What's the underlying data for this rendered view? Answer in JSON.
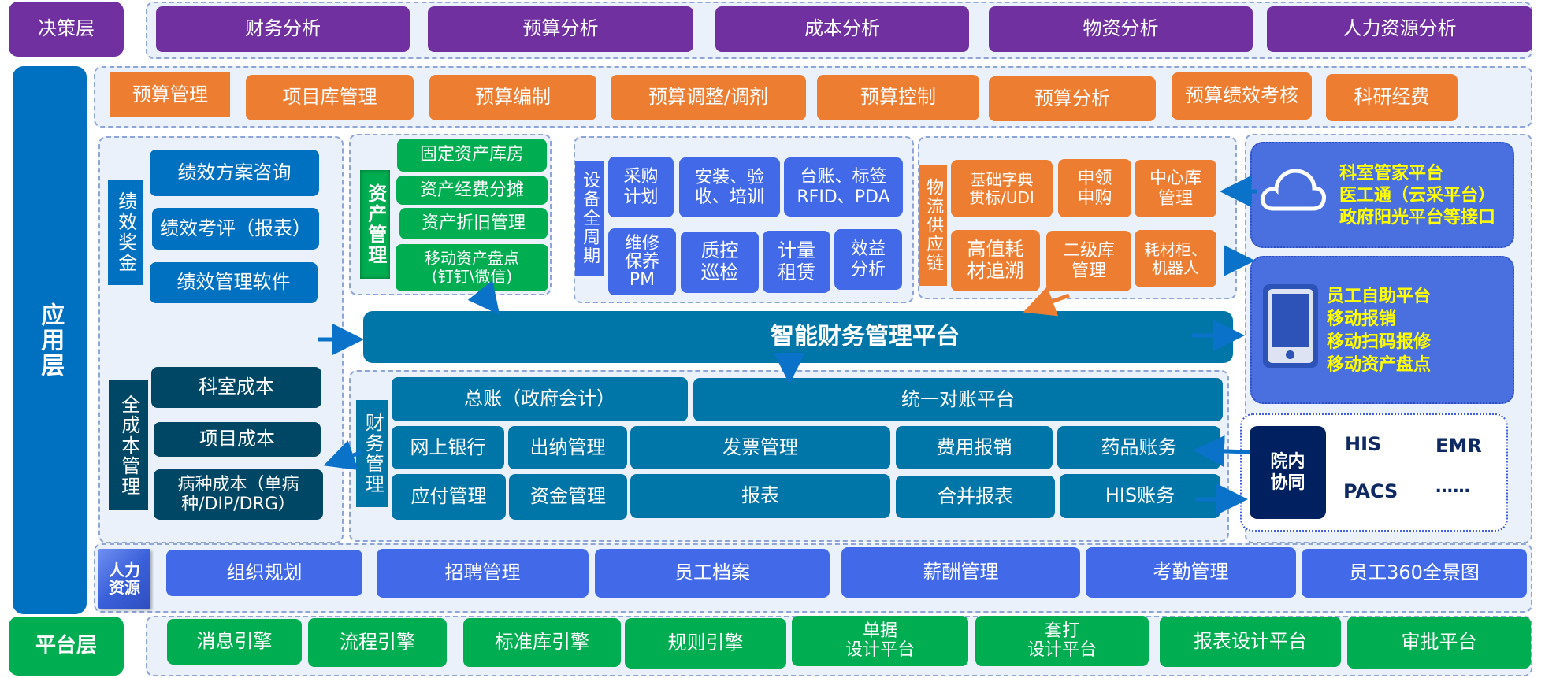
{
  "decision_layer": {
    "label": "决策层",
    "items": [
      "财务分析",
      "预算分析",
      "成本分析",
      "物资分析",
      "人力资源分析"
    ]
  },
  "application_layer": {
    "label": "应用层",
    "budget_row": [
      "预算管理",
      "项目库管理",
      "预算编制",
      "预算调整/调剂",
      "预算控制",
      "预算分析",
      "预算绩效考核",
      "科研经费"
    ],
    "performance": {
      "label": "绩效奖金",
      "items": [
        "绩效方案咨询",
        "绩效考评（报表）",
        "绩效管理软件"
      ]
    },
    "cost": {
      "label": "全成本管理",
      "items": [
        "科室成本",
        "项目成本",
        "病种成本（单病种/DIP/DRG）"
      ]
    },
    "asset": {
      "label": "资产管理",
      "items": [
        "固定资产库房",
        "资产经费分摊",
        "资产折旧管理",
        "移动资产盘点\n（钉钉\\微信）"
      ],
      "last_line1": "移动资产盘点",
      "last_line2": "(钉钉\\微信)"
    },
    "equipment": {
      "label": "设备全周期",
      "items": [
        {
          "l1": "采购",
          "l2": "计划"
        },
        {
          "l1": "安装、验",
          "l2": "收、培训"
        },
        {
          "l1": "台账、标签",
          "l2": "RFID、PDA"
        },
        {
          "l1": "维修",
          "l2": "保养",
          "l3": "PM"
        },
        {
          "l1": "质控",
          "l2": "巡检"
        },
        {
          "l1": "计量",
          "l2": "租赁"
        },
        {
          "l1": "效益",
          "l2": "分析"
        }
      ]
    },
    "logistics": {
      "label": "物流供应链",
      "items": [
        {
          "l1": "基础字典",
          "l2": "贯标/UDI"
        },
        {
          "l1": "申领",
          "l2": "申购"
        },
        {
          "l1": "中心库",
          "l2": "管理"
        },
        {
          "l1": "高值耗",
          "l2": "材追溯"
        },
        {
          "l1": "二级库",
          "l2": "管理"
        },
        {
          "l1": "耗材柜、",
          "l2": "机器人"
        }
      ]
    },
    "platform_title": "智能财务管理平台",
    "finance": {
      "label": "财务管理",
      "row1": [
        "总账（政府会计）",
        "统一对账平台"
      ],
      "row2": [
        "网上银行",
        "出纳管理",
        "发票管理",
        "费用报销",
        "药品账务"
      ],
      "row3": [
        "应付管理",
        "资金管理",
        "报表",
        "合并报表",
        "HIS账务"
      ]
    },
    "external": {
      "cloud_lines": [
        "科室管家平台",
        "医工通（云采平台）",
        "政府阳光平台等接口"
      ],
      "mobile_lines": [
        "员工自助平台",
        "移动报销",
        "移动扫码报修",
        "移动资产盘点"
      ],
      "internal": {
        "label_l1": "院内",
        "label_l2": "协同",
        "systems": [
          "HIS",
          "EMR",
          "PACS",
          "……"
        ]
      }
    },
    "hr": {
      "label_l1": "人力",
      "label_l2": "资源",
      "items": [
        "组织规划",
        "招聘管理",
        "员工档案",
        "薪酬管理",
        "考勤管理",
        "员工360全景图"
      ]
    }
  },
  "platform_layer": {
    "label": "平台层",
    "items": [
      {
        "l1": "消息引擎"
      },
      {
        "l1": "流程引擎"
      },
      {
        "l1": "标准库引擎"
      },
      {
        "l1": "规则引擎"
      },
      {
        "l1": "单据",
        "l2": "设计平台"
      },
      {
        "l1": "套打",
        "l2": "设计平台"
      },
      {
        "l1": "报表设计平台"
      },
      {
        "l1": "审批平台"
      }
    ]
  }
}
